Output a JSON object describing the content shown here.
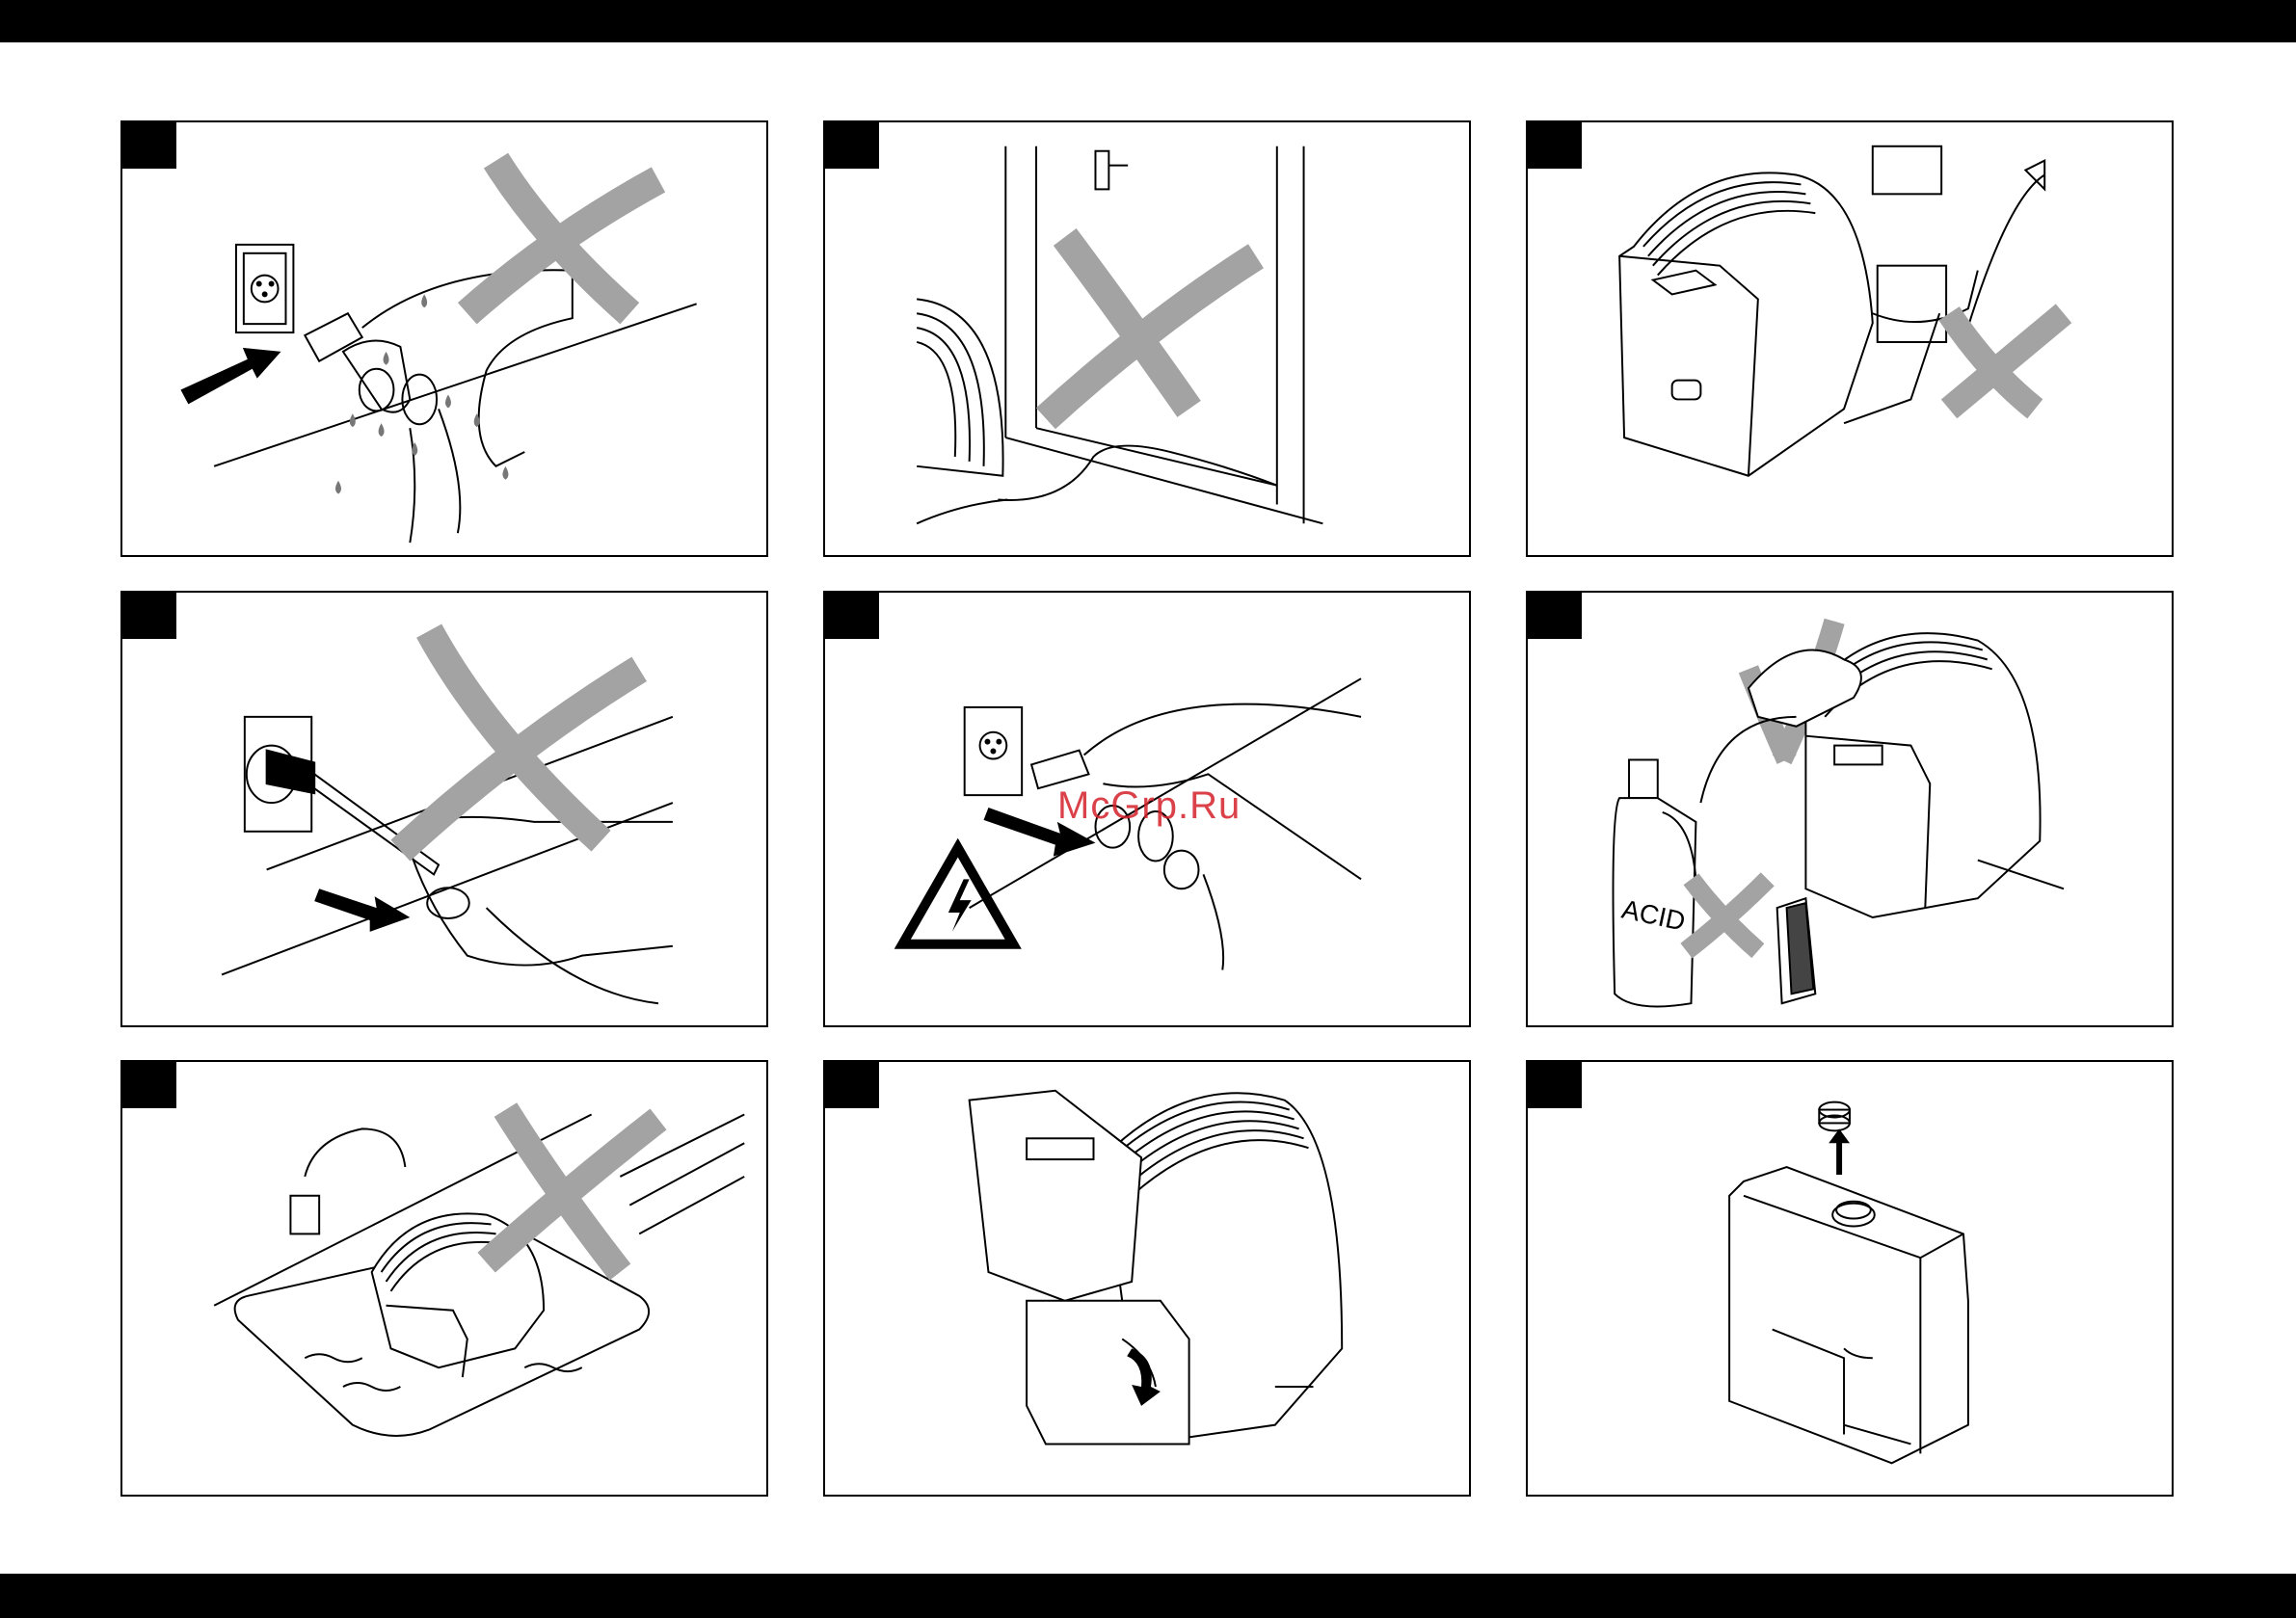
{
  "watermark": "McGrp.Ru",
  "colors": {
    "ink": "#000000",
    "cross": "#a3a3a3",
    "watermark": "#d4202a"
  },
  "panels": [
    {
      "scene": "wet-hands-unplug-prohibited",
      "mark": "cross"
    },
    {
      "scene": "cord-under-door-prohibited",
      "mark": "cross"
    },
    {
      "scene": "step-on-cord-prohibited",
      "mark": "cross"
    },
    {
      "scene": "pull-by-cord-prohibited",
      "mark": "cross"
    },
    {
      "scene": "unplug-by-plug-electric-warning",
      "mark": "warning"
    },
    {
      "scene": "wipe-with-cloth-no-acid",
      "mark": "check-and-cross",
      "bottle_label": "ACID"
    },
    {
      "scene": "wash-in-sink-prohibited",
      "mark": "cross"
    },
    {
      "scene": "remove-water-tank",
      "mark": "none"
    },
    {
      "scene": "unscrew-tank-cap",
      "mark": "none"
    }
  ]
}
